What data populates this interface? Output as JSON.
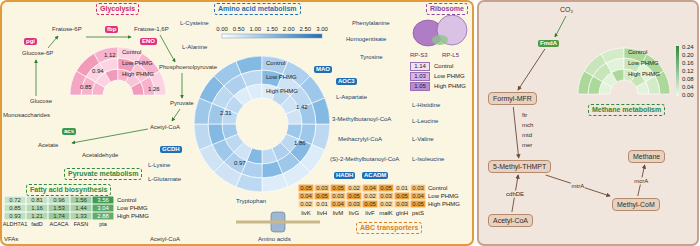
{
  "diagram": {
    "nodes": [
      {
        "text": [
          "Glycolysis"
        ]
      },
      {
        "text": [
          "Amino acid metabolism"
        ]
      },
      {
        "text": [
          "Ribosome"
        ]
      },
      {
        "text": [
          "Pyruvate metabolism"
        ]
      },
      {
        "text": [
          "Fatty acid biosynthesis"
        ]
      },
      {
        "text": [
          "ABC transporters"
        ]
      },
      {
        "text": [
          "Methane metabolism"
        ]
      },
      {
        "text": [
          "pgi"
        ]
      },
      {
        "text": [
          "fbp"
        ]
      },
      {
        "text": [
          "ENO"
        ]
      },
      {
        "text": [
          "acs"
        ]
      },
      {
        "text": [
          "MAO"
        ]
      },
      {
        "text": [
          "AOC3"
        ]
      },
      {
        "text": [
          "GCDH"
        ]
      },
      {
        "text": [
          "HADH"
        ]
      },
      {
        "text": [
          "ACADM"
        ]
      },
      {
        "text": [
          "FmdA"
        ]
      },
      {
        "text": [
          "Formyl-MFR"
        ]
      },
      {
        "text": [
          "Methane"
        ]
      },
      {
        "text": [
          "5-Methyl-THMPT"
        ]
      },
      {
        "text": [
          "Methyl-CoM"
        ]
      },
      {
        "text": [
          "Acetyl-CoA"
        ]
      }
    ],
    "edges": [
      {
        "from": 16,
        "to": 17,
        "arrow": "to"
      },
      {
        "from": 17,
        "to": 19,
        "arrow": "to"
      },
      {
        "from": 19,
        "to": 20,
        "label": "mtrA",
        "arrow": "to"
      },
      {
        "from": 20,
        "to": 18,
        "label": "mcrA",
        "arrow": "to"
      },
      {
        "from": 21,
        "to": 19,
        "label": "cdhDE",
        "arrow": "to"
      }
    ],
    "labels": [
      "Monosaccharides",
      "Glucose",
      "Glucose-6P",
      "Fratose-6P",
      "Fratose-1,6P",
      "Phosphoenolpyruvate",
      "Pyruvate",
      "L-Alanine",
      "Acetyl-CoA",
      "Acetate",
      "Acetaldehyde",
      "Control",
      "Low PHMG",
      "High PHMG",
      "0.85",
      "0.94",
      "1.12",
      "1.26",
      "0.00",
      "0.50",
      "1.00",
      "1.50",
      "2.00",
      "2.50",
      "3.00",
      "L-Cysteine",
      "Phenylalanine",
      "Homogentisate",
      "Tyrosine",
      "L-Aspartate",
      "L-Histidine",
      "3-Methylbutanoyl-CoA",
      "L-Leucine",
      "Methacrylyl-CoA",
      "L-Valine",
      "(S)-2-Methylbutanoyl-CoA",
      "L-Isoleucine",
      "L-Lysine",
      "L-Glutamate",
      "Tryptophan",
      "Amino acids",
      "Control",
      "Low PHMG",
      "High PHMG",
      "2.31",
      "1.86",
      "0.97",
      "1.42",
      "RP-S3",
      "RP-L5",
      "1.14",
      "1.03",
      "1.05",
      "0.72",
      "0.81",
      "0.96",
      "1.56",
      "3.56",
      "0.85",
      "1.16",
      "1.53",
      "1.44",
      "3.04",
      "0.93",
      "1.21",
      "1.74",
      "1.33",
      "2.88",
      "Control",
      "Low PHMG",
      "High PHMG",
      "ALDH7A1",
      "fadD",
      "ACACA",
      "FASN",
      "pta",
      "VFAs",
      "Acetyl-CoA",
      "0.05",
      "0.03",
      "0.05",
      "0.02",
      "0.04",
      "0.05",
      "0.01",
      "0.03",
      "0.04",
      "0.05",
      "0.03",
      "0.05",
      "0.02",
      "0.03",
      "0.05",
      "0.04",
      "0.02",
      "0.01",
      "0.04",
      "0.03",
      "0.05",
      "0.02",
      "0.03",
      "0.05",
      "Control",
      "Low PHMG",
      "High PHMG",
      "livK",
      "livH",
      "livM",
      "livG",
      "livF",
      "malK",
      "glnH",
      "pstS",
      "CO₂",
      "ftr",
      "mch",
      "mtd",
      "mer",
      "Control",
      "Low PHMG",
      "High PHMG",
      "0.24",
      "0.20",
      "0.16",
      "0.12",
      "0.08",
      "0.04",
      "0.00"
    ],
    "legend": [
      {
        "text": "Control",
        "color": "#efe0f5"
      },
      {
        "text": "Low PHMG",
        "color": "#d7b4e8"
      },
      {
        "text": "High PHMG",
        "color": "#b88bd2"
      }
    ]
  }
}
